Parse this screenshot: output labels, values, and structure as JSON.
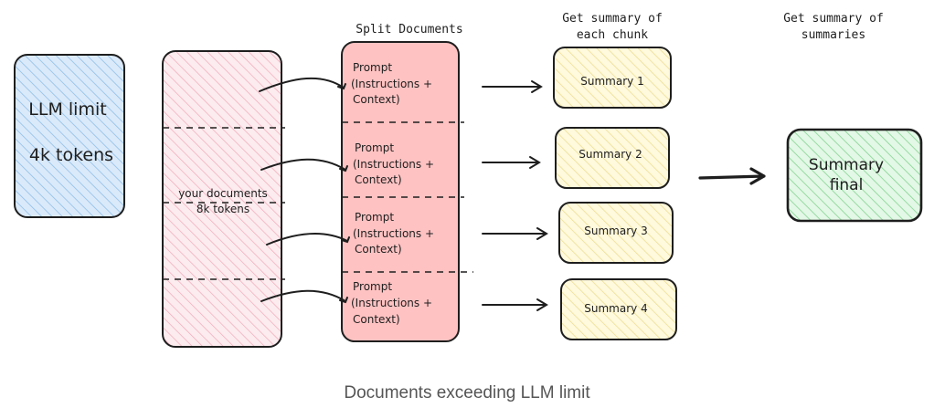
{
  "llm_limit": {
    "line1": "LLM limit",
    "line2": "4k tokens"
  },
  "documents": {
    "line1": "your documents",
    "line2": "8k tokens"
  },
  "split": {
    "header": "Split Documents",
    "prompts": [
      {
        "line1": "Prompt",
        "line2": "(Instructions +",
        "line3": "Context)"
      },
      {
        "line1": "Prompt",
        "line2": "(Instructions +",
        "line3": "Context)"
      },
      {
        "line1": "Prompt",
        "line2": "(Instructions +",
        "line3": "Context)"
      },
      {
        "line1": "Prompt",
        "line2": "(Instructions +",
        "line3": "Context)"
      }
    ]
  },
  "chunk_summaries": {
    "header_line1": "Get summary of",
    "header_line2": "each chunk",
    "items": [
      "Summary 1",
      "Summary 2",
      "Summary 3",
      "Summary 4"
    ]
  },
  "final": {
    "header_line1": "Get summary of",
    "header_line2": "summaries",
    "line1": "Summary",
    "line2": "final"
  },
  "caption": "Documents exceeding LLM limit",
  "colors": {
    "blue_fill": "#dbeafa",
    "blue_hatch": "#8fbfe8",
    "pink_fill": "#fcecef",
    "pink_hatch": "#f1a9b8",
    "red_fill": "#ffc2c2",
    "yellow_fill": "#fff9dd",
    "yellow_hatch": "#eadb8a",
    "green_fill": "#e3f8e6",
    "green_hatch": "#86d493",
    "stroke": "#1e1e1e"
  }
}
